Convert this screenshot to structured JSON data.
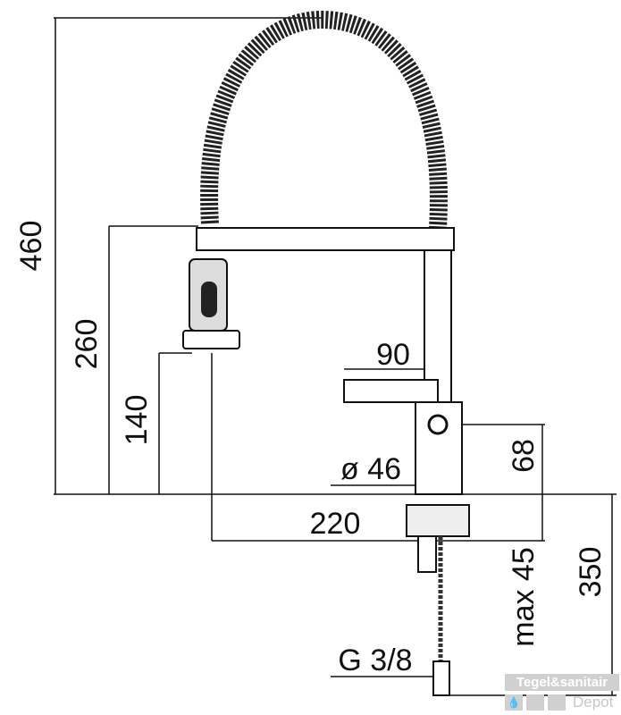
{
  "dimensions": {
    "total_height": "460",
    "spout_height": "260",
    "outlet_height": "140",
    "lever_length": "90",
    "body_diameter": "ø 46",
    "body_height": "68",
    "spout_reach": "220",
    "max_deck_thickness": "max 45",
    "hose_length": "350",
    "connection": "G 3/8"
  },
  "watermark": {
    "line1": "Tegel&sanitair",
    "line2": "Depot"
  }
}
